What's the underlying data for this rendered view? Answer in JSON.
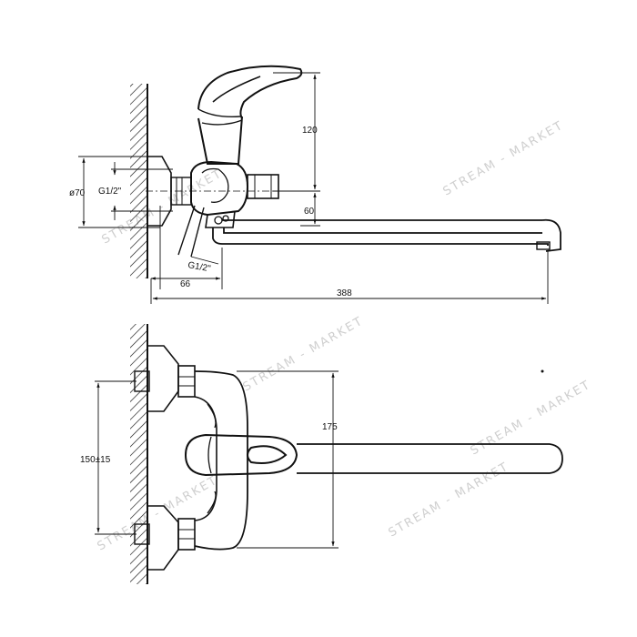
{
  "dimensions": {
    "height_top": "120",
    "diameter": "ø70",
    "thread_top": "G1/2\"",
    "thread_bottom": "G1/2\"",
    "offset": "60",
    "depth": "66",
    "length": "388",
    "width": "175",
    "center_distance": "150±15"
  },
  "watermark": {
    "text": "STREAM - MARKET"
  }
}
